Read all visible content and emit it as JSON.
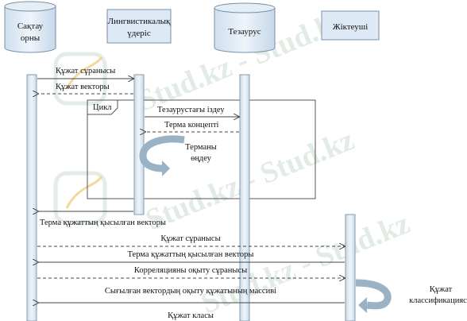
{
  "watermark": {
    "text": "Stud.kz - Stud.kz",
    "color": "#c8dccf",
    "accent_color": "#e9b23a"
  },
  "actors": {
    "storage": {
      "line1": "Сақтау",
      "line2": "орны"
    },
    "linguistic": {
      "line1": "Лингвистикалық",
      "line2": "үдеріс"
    },
    "thesaurus": {
      "label": "Тезаурус"
    },
    "classifier": {
      "label": "Жіктеуші"
    }
  },
  "loop": {
    "label": "Цикл"
  },
  "messages": {
    "m1": "Құжат сұранысы",
    "m2": "Құжат векторы",
    "m3": "Тезаурустағы іздеу",
    "m4": "Терма концепті",
    "m5_line1": "Терманы",
    "m5_line2": "өңдеу",
    "m6": "Терма құжаттың қысылған векторы",
    "m7": "Құжат сұранысы",
    "m8": "Терма құжаттың қысылған векторы",
    "m9": "Корреляцияны оқыту сұранысы",
    "m10": "Сығылған вектордың оқыту құжатының массиві",
    "m11": "Құжат класы"
  },
  "classify_note": {
    "line1": "Құжат",
    "line2": "классификациясы"
  },
  "colors": {
    "actor_fill": "#dde9f4",
    "actor_stroke": "#7a8ea4",
    "activation_fill": "#dce8f2",
    "line": "#555555",
    "self_arrow": "#9bb2c4"
  }
}
